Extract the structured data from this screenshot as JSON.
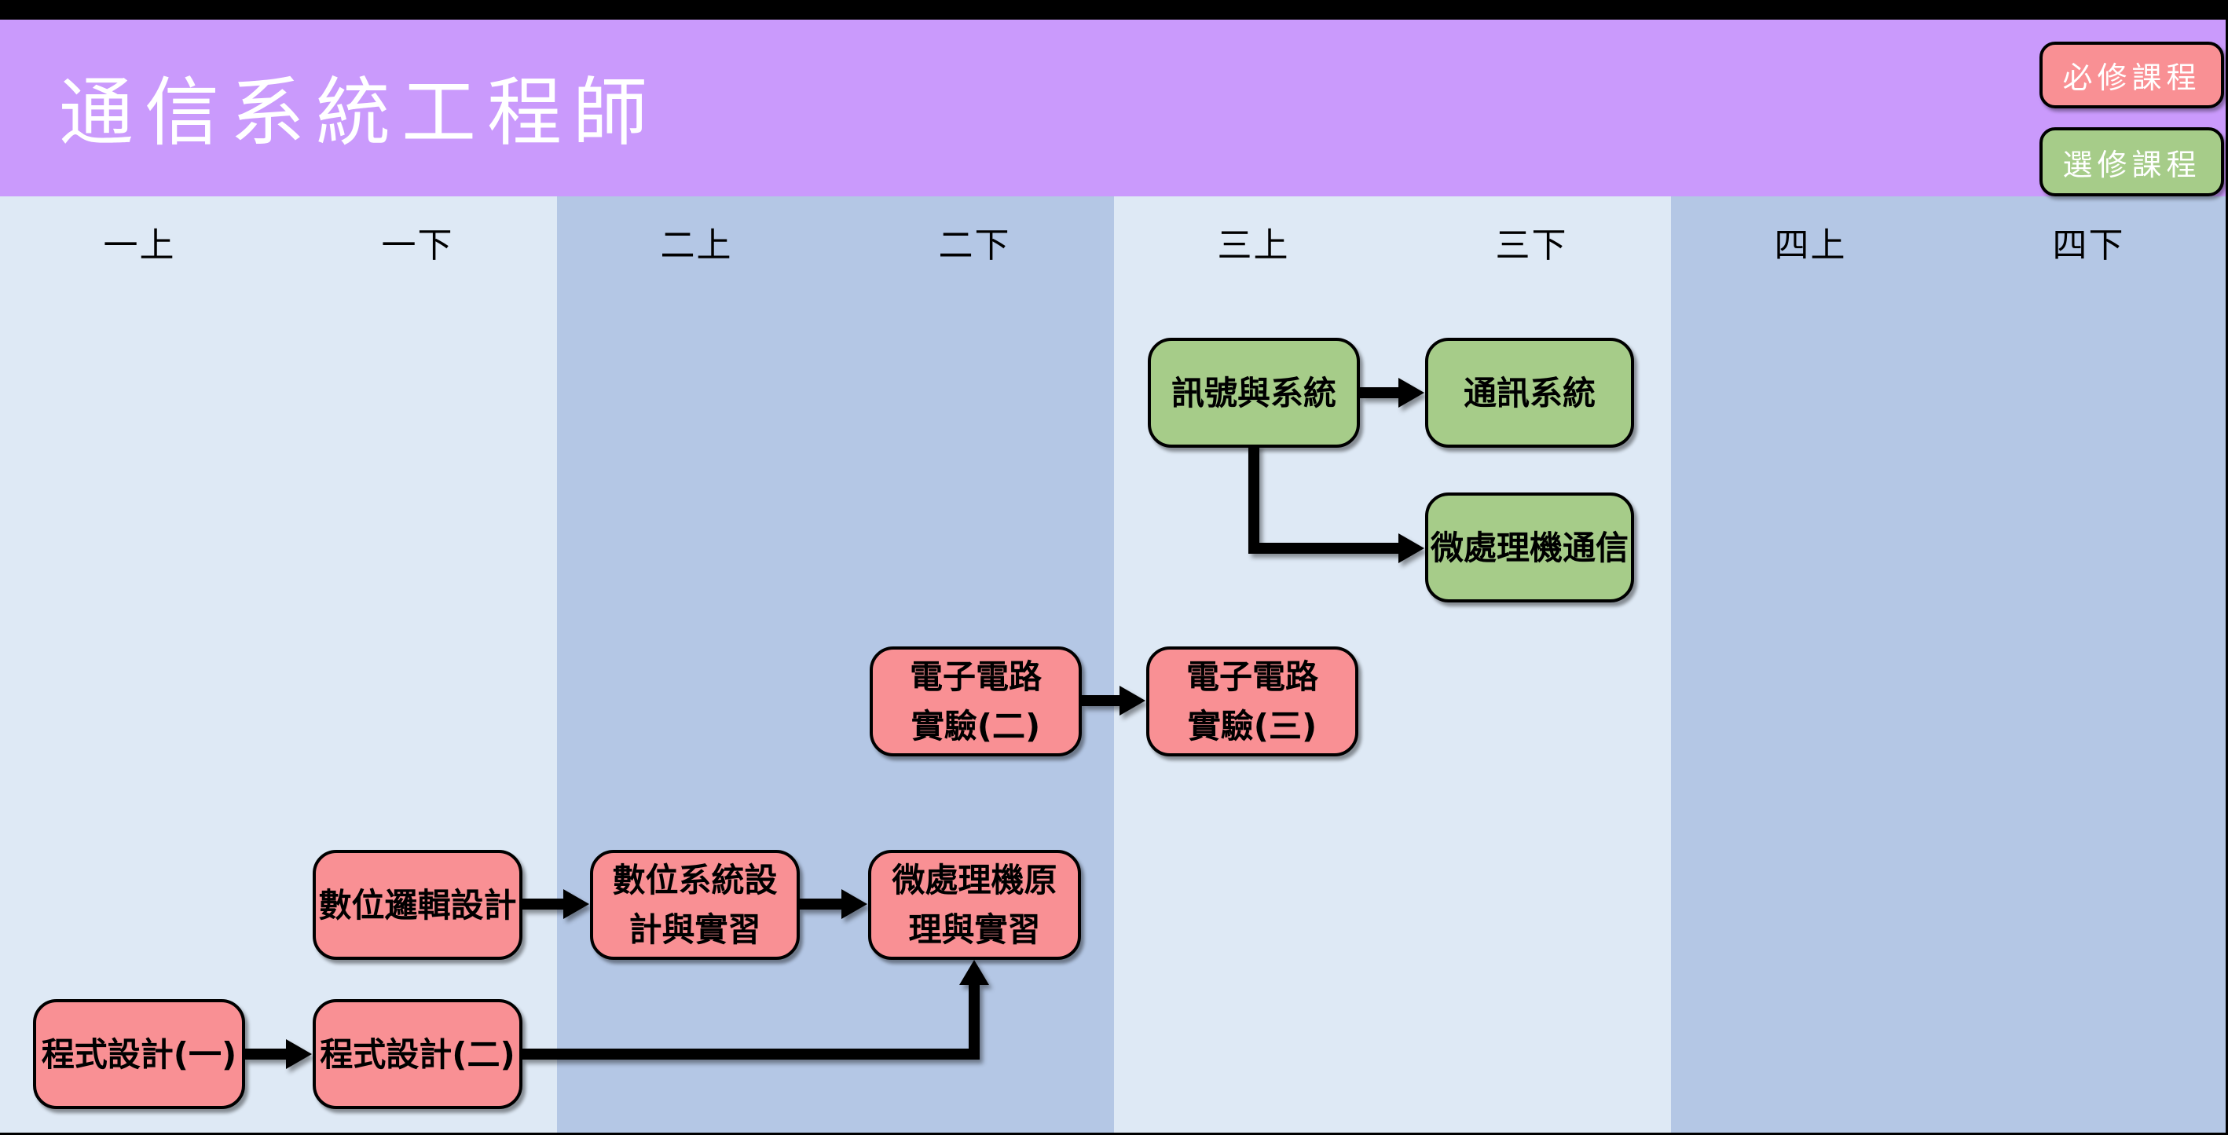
{
  "header": {
    "title": "通信系統工程師",
    "background_color": "#ca9afc",
    "title_color": "#ffffff",
    "legend": [
      {
        "label": "必修課程",
        "meaning": "required-course",
        "color": "#f99094"
      },
      {
        "label": "選修課程",
        "meaning": "elective-course",
        "color": "#a6cc89"
      }
    ]
  },
  "columns": {
    "light_color": "#dee9f5",
    "dark_color": "#b4c7e5",
    "headers": [
      {
        "label": "一上"
      },
      {
        "label": "一下"
      },
      {
        "label": "二上"
      },
      {
        "label": "二下"
      },
      {
        "label": "三上"
      },
      {
        "label": "三下"
      },
      {
        "label": "四上"
      },
      {
        "label": "四下"
      }
    ]
  },
  "courses": [
    {
      "id": "signals-and-systems",
      "lines": [
        "訊號與系統"
      ],
      "type": "elective",
      "semester": "三上"
    },
    {
      "id": "communication-systems",
      "lines": [
        "通訊系統"
      ],
      "type": "elective",
      "semester": "三下"
    },
    {
      "id": "microprocessor-communication",
      "lines": [
        "微處理機通信"
      ],
      "type": "elective",
      "semester": "三下"
    },
    {
      "id": "electronic-circuit-lab-2",
      "lines": [
        "電子電路",
        "實驗(二)"
      ],
      "type": "required",
      "semester": "二下"
    },
    {
      "id": "electronic-circuit-lab-3",
      "lines": [
        "電子電路",
        "實驗(三)"
      ],
      "type": "required",
      "semester": "三上"
    },
    {
      "id": "digital-logic-design",
      "lines": [
        "數位邏輯設計"
      ],
      "type": "required",
      "semester": "一下"
    },
    {
      "id": "digital-system-design-practice",
      "lines": [
        "數位系統設",
        "計與實習"
      ],
      "type": "required",
      "semester": "二上"
    },
    {
      "id": "microprocessor-principles-practice",
      "lines": [
        "微處理機原",
        "理與實習"
      ],
      "type": "required",
      "semester": "二下"
    },
    {
      "id": "programming-1",
      "lines": [
        "程式設計(一)"
      ],
      "type": "required",
      "semester": "一上"
    },
    {
      "id": "programming-2",
      "lines": [
        "程式設計(二)"
      ],
      "type": "required",
      "semester": "一下"
    }
  ],
  "prerequisite_arrows": [
    {
      "from": "signals-and-systems",
      "to": "communication-systems"
    },
    {
      "from": "signals-and-systems",
      "to": "microprocessor-communication"
    },
    {
      "from": "electronic-circuit-lab-2",
      "to": "electronic-circuit-lab-3"
    },
    {
      "from": "digital-logic-design",
      "to": "digital-system-design-practice"
    },
    {
      "from": "digital-system-design-practice",
      "to": "microprocessor-principles-practice"
    },
    {
      "from": "programming-1",
      "to": "programming-2"
    },
    {
      "from": "programming-2",
      "to": "microprocessor-principles-practice"
    }
  ],
  "arrow_color": "#000000"
}
